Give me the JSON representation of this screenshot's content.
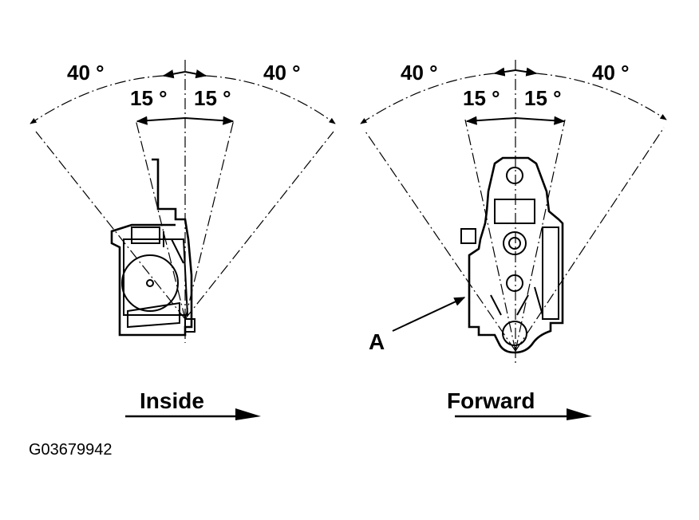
{
  "left_view": {
    "outer_left_angle": "40 °",
    "outer_right_angle": "40 °",
    "inner_left_angle": "15 °",
    "inner_right_angle": "15 °",
    "direction_label": "Inside"
  },
  "right_view": {
    "outer_left_angle": "40 °",
    "outer_right_angle": "40 °",
    "inner_left_angle": "15 °",
    "inner_right_angle": "15 °",
    "direction_label": "Forward",
    "callout": "A"
  },
  "figure_code": "G03679942"
}
